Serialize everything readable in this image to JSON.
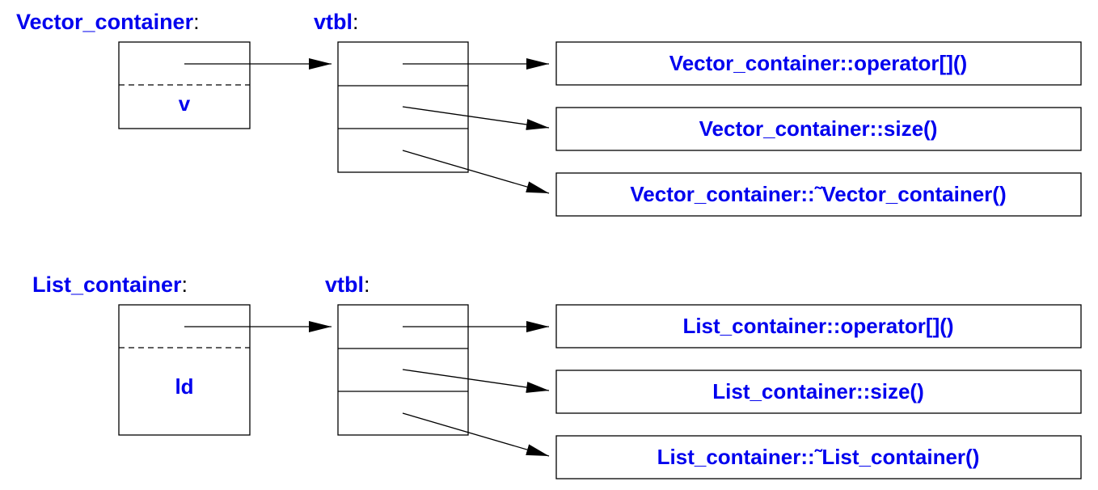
{
  "colors": {
    "text": "#0000ee",
    "lines": "#000000"
  },
  "vector_section": {
    "object_name": "Vector_container",
    "separator": ":",
    "member_label": "v",
    "vtbl_name": "vtbl",
    "vtbl_separator": ":",
    "functions": [
      "Vector_container::operator[]()",
      "Vector_container::size()",
      "Vector_container::˜Vector_container()"
    ]
  },
  "list_section": {
    "object_name": "List_container",
    "separator": ":",
    "member_label": "ld",
    "vtbl_name": "vtbl",
    "vtbl_separator": ":",
    "functions": [
      "List_container::operator[]()",
      "List_container::size()",
      "List_container::˜List_container()"
    ]
  }
}
